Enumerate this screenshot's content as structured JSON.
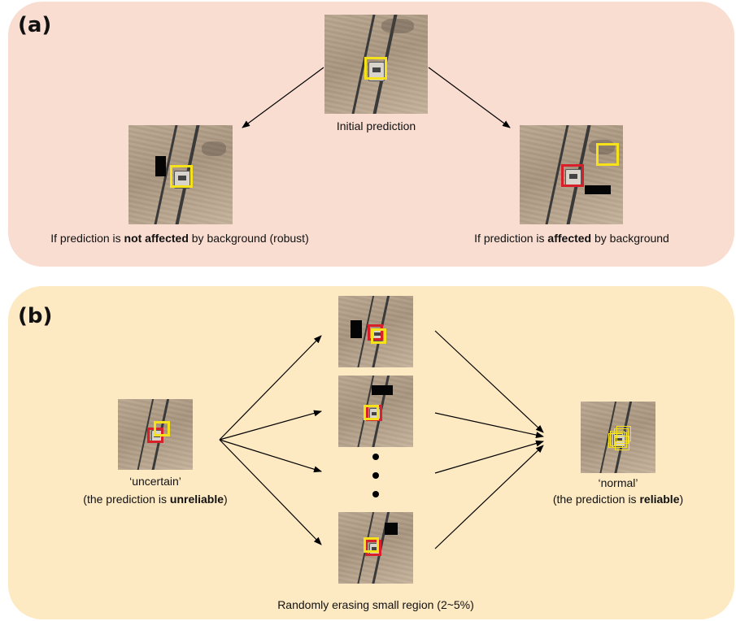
{
  "panel_a": {
    "label": "(a)",
    "top_caption": "Initial prediction",
    "left_caption": {
      "pre": "If prediction is ",
      "bold": "not affected",
      "post": " by background (robust)"
    },
    "right_caption": {
      "pre": "If prediction is ",
      "bold": "affected",
      "post": " by background"
    }
  },
  "panel_b": {
    "label": "(b)",
    "left_caption_line1": "‘uncertain’",
    "left_caption_line2": {
      "pre": "(the prediction is ",
      "bold": "unreliable",
      "post": ")"
    },
    "right_caption_line1": "‘normal’",
    "right_caption_line2": {
      "pre": "(the prediction is ",
      "bold": "reliable",
      "post": ")"
    },
    "bottom_caption": "Randomly erasing small region (2~5%)"
  },
  "colors": {
    "panel_a_bg": "#f9ddd1",
    "panel_b_bg": "#fde9c2",
    "yellow_box": "#f5e21a",
    "red_box": "#d8202a"
  }
}
